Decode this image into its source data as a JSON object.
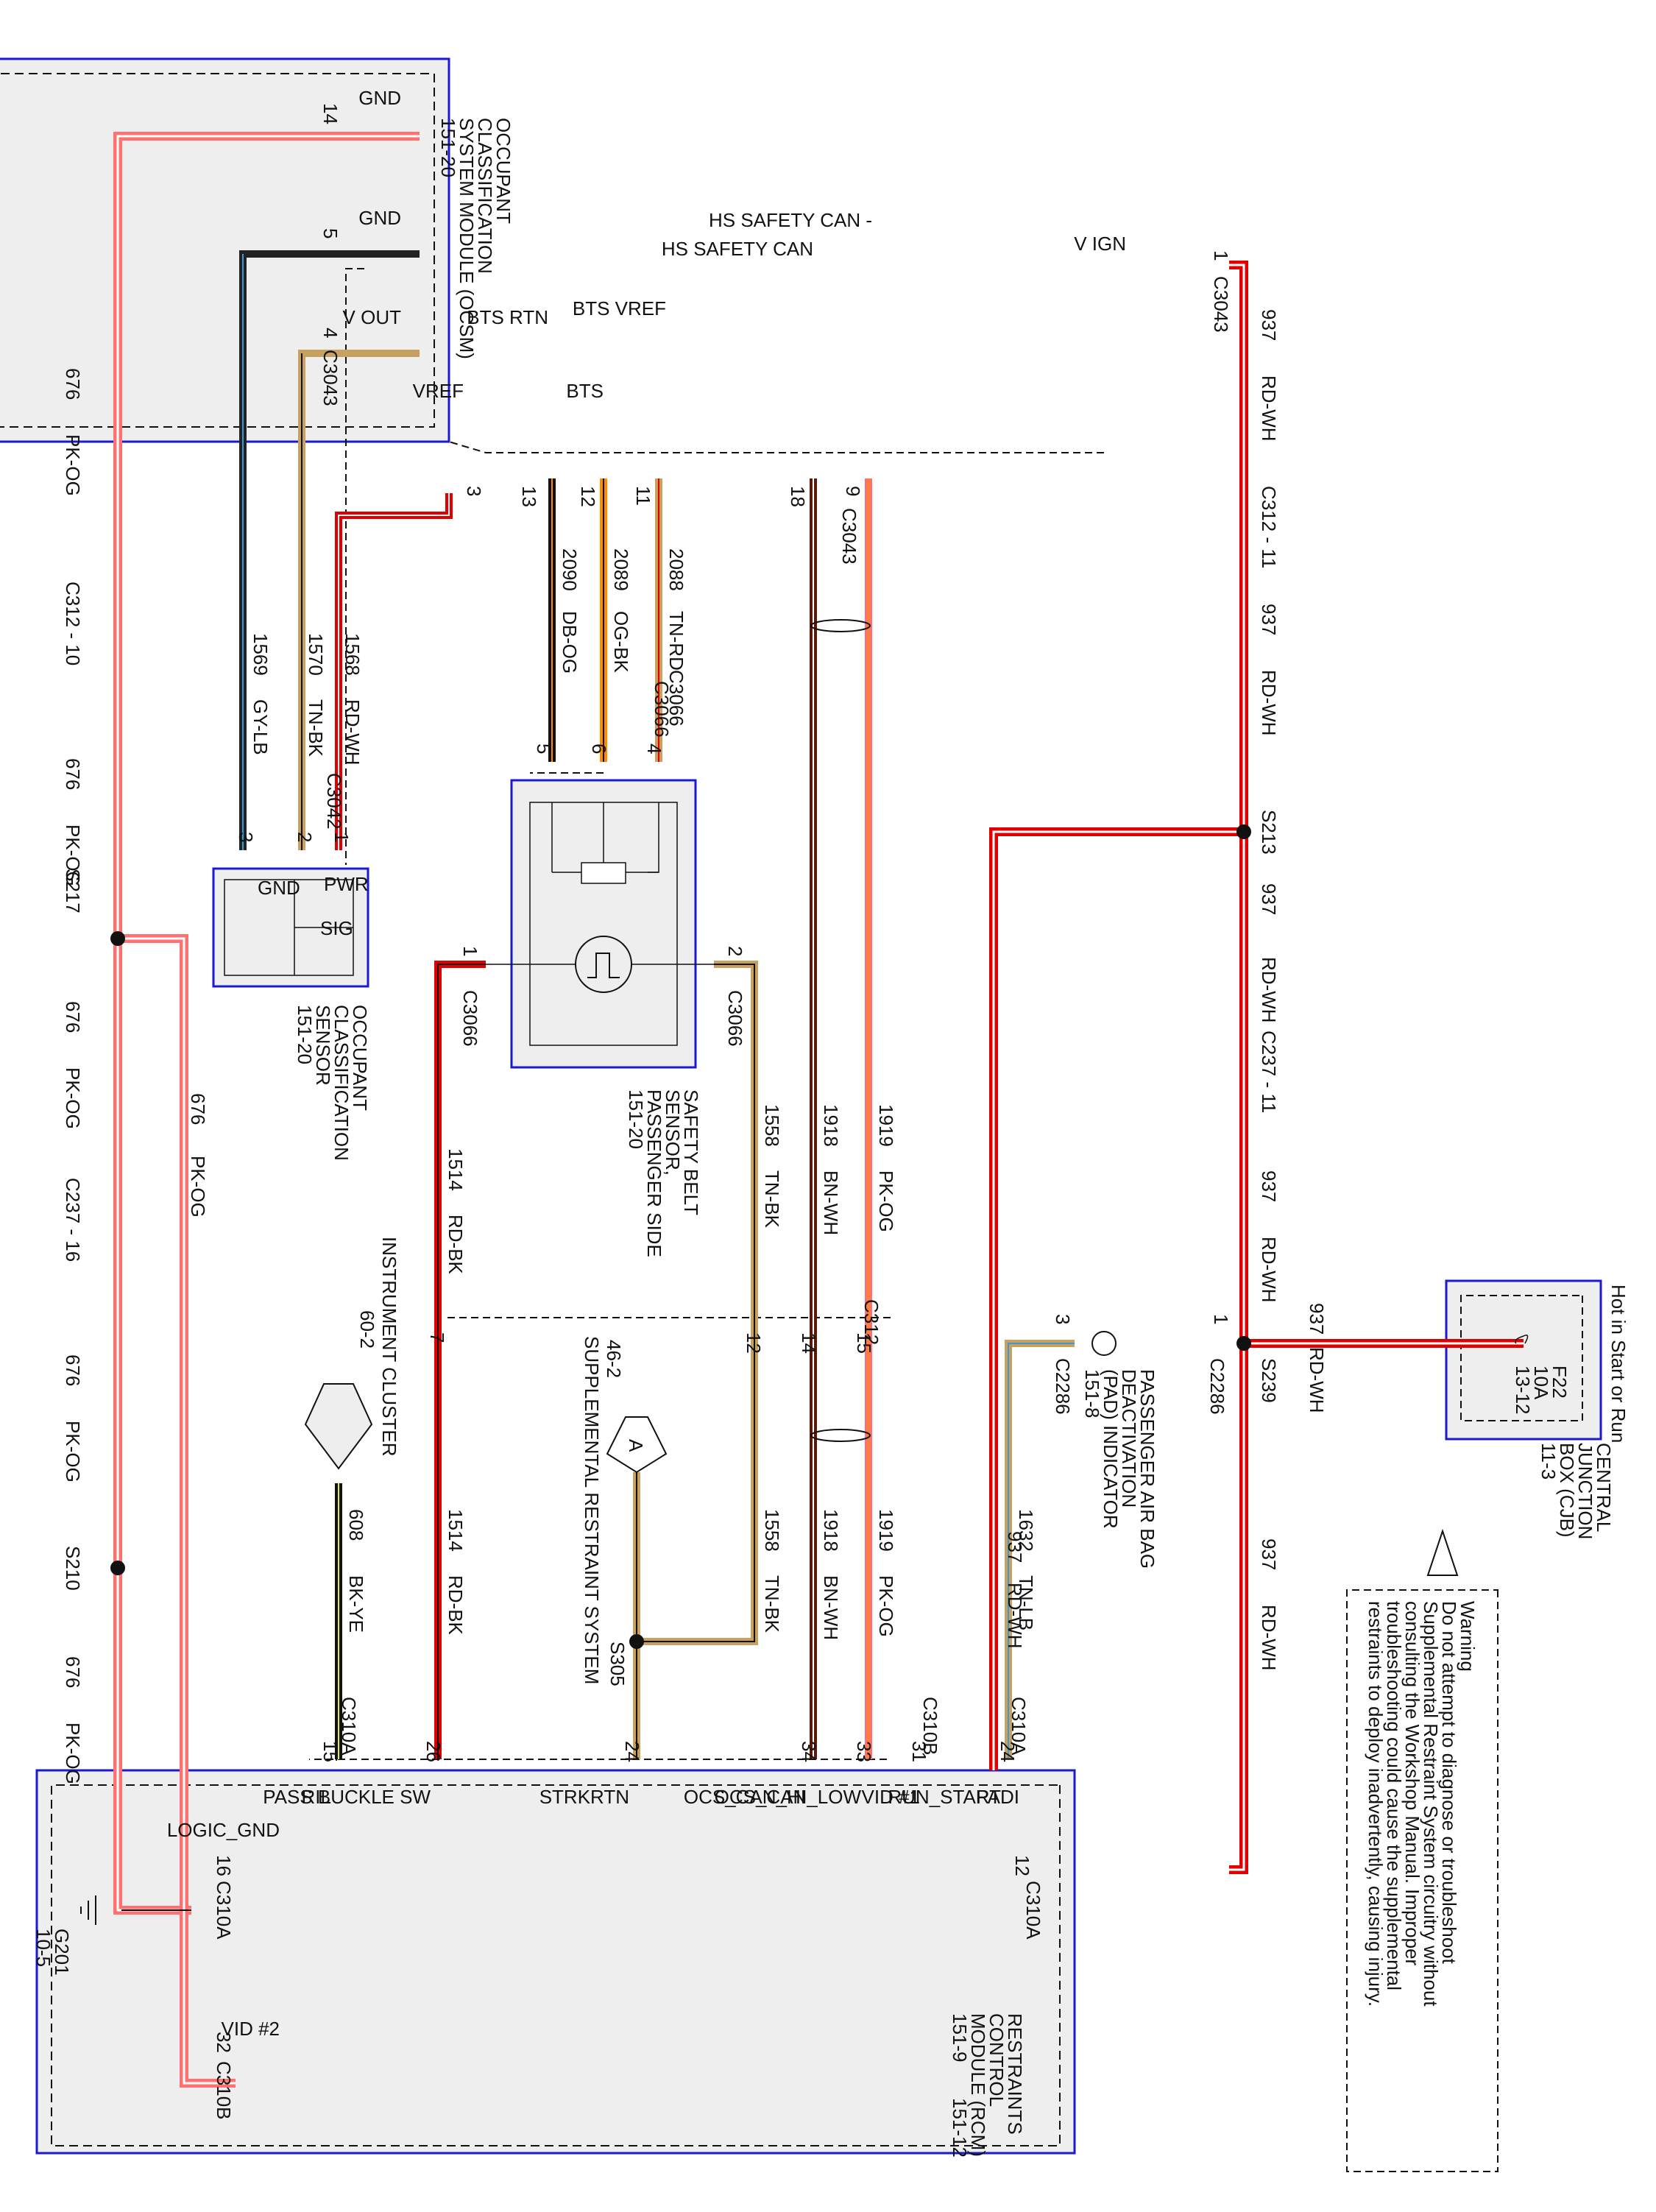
{
  "ocsm": {
    "pins": {
      "gnd14": "GND",
      "gnd5": "GND",
      "vout": "V OUT",
      "vref": "VREF",
      "btsrtn": "BTS RTN",
      "bts": "BTS",
      "btsvref": "BTS VREF",
      "hscan_lo": "HS SAFETY CAN",
      "hscan_hi": "HS SAFETY CAN -",
      "vign": "V IGN"
    },
    "label": [
      "OCCUPANT",
      "CLASSIFICATION",
      "SYSTEM MODULE (OCSM)",
      "151-20"
    ],
    "pin_numbers": {
      "p14": "14",
      "p5": "5",
      "p4": "4",
      "p3": "3",
      "p13": "13",
      "p12": "12",
      "p11": "11",
      "p18": "18",
      "p9": "9",
      "p1": "1"
    },
    "connectors": {
      "c3043_left": "C3043",
      "c3043_bottom": "C3043",
      "c3043_right": "C3043"
    }
  },
  "ocs_sensor": {
    "pins": {
      "pwr": "PWR",
      "sig": "SIG",
      "gnd": "GND"
    },
    "pin_numbers": {
      "p1": "1",
      "p2": "2",
      "p3": "3"
    },
    "connector": "C3042",
    "label": [
      "OCCUPANT",
      "CLASSIFICATION",
      "SENSOR",
      "151-20"
    ]
  },
  "belt_sensor": {
    "pin_numbers": {
      "p4": "4",
      "p6": "6",
      "p5": "5",
      "p1": "1",
      "p2": "2"
    },
    "connector_top": "C3066",
    "connector_left": "C3066",
    "connector_right": "C3066",
    "label": [
      "SAFETY BELT",
      "SENSOR,",
      "PASSENGER SIDE",
      "151-20"
    ]
  },
  "rcm": {
    "pins": {
      "run_start": "RUN_START",
      "padi": "PADI",
      "vid1": "VID #1",
      "ocs_can_low": "OCS_CAN_LOW",
      "ocs_can_hi": "OCS_CAN_HI",
      "strkrtn": "STRKRTN",
      "pass_buckle": "PASS BUCKLE SW",
      "ril": "RIL",
      "logic_gnd": "LOGIC_GND",
      "vid2": "VID #2"
    },
    "pin_numbers": {
      "p12": "12",
      "p24": "24",
      "p31": "31",
      "p33": "33",
      "p34": "34",
      "p24b": "24",
      "p26": "26",
      "p15": "15",
      "p16": "16",
      "p32": "32"
    },
    "connectors": {
      "c310a_top": "C310A",
      "c310b_top": "C310B",
      "c310a_top2": "C310A",
      "c310a_left": "C310A",
      "c310b_left": "C310B",
      "c310a_right": "C310A"
    },
    "label": [
      "RESTRAINTS",
      "CONTROL",
      "MODULE (RCM)",
      "151-9",
      "151-12"
    ]
  },
  "cjb": {
    "fuse": [
      "F22",
      "10A",
      "13-12"
    ],
    "hot_label": "Hot in Start or Run",
    "label": [
      "CENTRAL",
      "JUNCTION",
      "BOX (CJB)",
      "11-3"
    ]
  },
  "pad": {
    "label": [
      "PASSENGER AIR BAG",
      "DEACTIVATION",
      "(PAD) INDICATOR",
      "151-8"
    ],
    "pin_numbers": {
      "p1": "1",
      "p3": "3"
    },
    "connector_a": "C2286",
    "connector_b": "C2286"
  },
  "warning": {
    "title": "Warning",
    "lines": [
      "Do not attempt to diagnose or troubleshoot",
      "Supplemental Restraint System circuitry without",
      "consulting the Workshop Manual. Improper",
      "troubleshooting could cause the supplemental",
      "restraints to deploy inadvertently, causing injury."
    ]
  },
  "wires": {
    "w937": {
      "num": "937",
      "color": "RD-WH"
    },
    "w676": {
      "num": "676",
      "color": "PK-OG"
    },
    "w1568": {
      "num": "1568",
      "color": "RD-WH"
    },
    "w1570": {
      "num": "1570",
      "color": "TN-BK"
    },
    "w1569": {
      "num": "1569",
      "color": "GY-LB"
    },
    "w2090": {
      "num": "2090",
      "color": "DB-OG"
    },
    "w2089": {
      "num": "2089",
      "color": "OG-BK"
    },
    "w2088": {
      "num": "2088",
      "color": "TN-RD"
    },
    "w1918": {
      "num": "1918",
      "color": "BN-WH"
    },
    "w1919": {
      "num": "1919",
      "color": "PK-OG"
    },
    "w1558": {
      "num": "1558",
      "color": "TN-BK"
    },
    "w1514": {
      "num": "1514",
      "color": "RD-BK"
    },
    "w1632": {
      "num": "1632",
      "color": "TN-LB"
    },
    "w608": {
      "num": "608",
      "color": "BK-YE"
    }
  },
  "connectors": {
    "c312_11": "C312 - 11",
    "c237_11": "C237 - 11",
    "c312_10": "C312 - 10",
    "c237_16": "C237 - 16",
    "c312": "C312",
    "c3066_inline": "C3066",
    "c312_pins": {
      "p7": "7",
      "p12": "12",
      "p14": "14",
      "p15": "15"
    }
  },
  "splices": {
    "s213": "S213",
    "s239": "S239",
    "s217": "S217",
    "s210": "S210",
    "s305": "S305"
  },
  "ground": {
    "name": "G201",
    "ref": "10-5"
  },
  "srs": {
    "ref": "46-2",
    "label": "SUPPLEMENTAL RESTRAINT SYSTEM",
    "symbol": "A"
  },
  "ipc": {
    "label": "INSTRUMENT CLUSTER",
    "ref": "60-2"
  },
  "colors": {
    "red": "#e00000",
    "pink": "#ff7070",
    "tan": "#c8a060",
    "black": "#111111",
    "module_border": "#1a1ad0",
    "module_fill": "#eeeeee"
  }
}
